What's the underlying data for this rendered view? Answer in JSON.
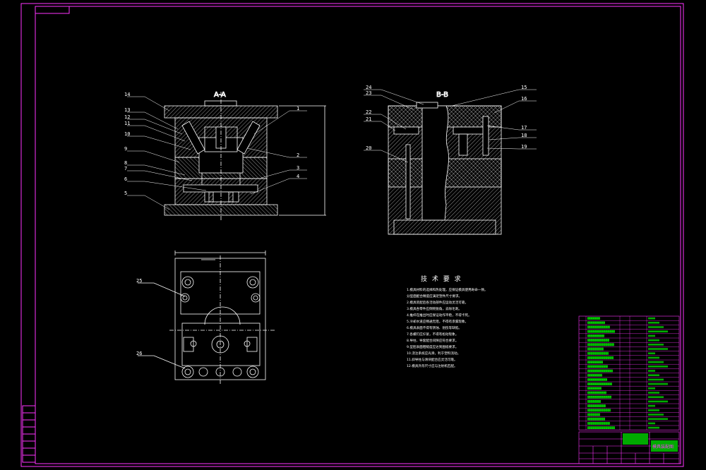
{
  "views": {
    "section_a": {
      "title": "A-A"
    },
    "section_b": {
      "title": "B-B"
    }
  },
  "callouts_a": [
    "14",
    "13",
    "12",
    "11",
    "10",
    "9",
    "8",
    "7",
    "6",
    "5",
    "1",
    "2",
    "3",
    "4"
  ],
  "callouts_b": [
    "24",
    "23",
    "22",
    "21",
    "20",
    "15",
    "16",
    "17",
    "18",
    "19"
  ],
  "callouts_plan": [
    "25",
    "26"
  ],
  "tech_req": {
    "title": "技 术 要 求",
    "lines": [
      "1.模具材料的选择和热处理，应保证模具使用寿命一致。",
      "  分型面配合精度应满足塑件尺寸要求。",
      "2.模具装配后各活动部件应运动灵活可靠。",
      "3.模具各零件应倒钝锐角，去除毛刺。",
      "4.推杆在推出时应保证动作平稳，不得卡死。",
      "5.冷却水道应畅通无阻，不得有渗漏现象。",
      "6.模具表面不得有锈蚀、划伤等缺陷。",
      "7.各螺钉应拧紧，不得有松动现象。",
      "8.导柱、导套配合间隙应符合要求。",
      "9.型腔表面粗糙度应达到图纸要求。",
      "10.浇注系统应光滑，利于塑料流动。",
      "11.斜导柱与滑块配合应灵活可靠。",
      "12.模具外形尺寸应与注射机匹配。"
    ]
  },
  "title_block": {
    "name": "模具装配图"
  },
  "colors": {
    "border": "#ff33ff",
    "line": "#ffffff",
    "table": "#00ff00",
    "accent": "#ffff00",
    "background": "#000000"
  }
}
